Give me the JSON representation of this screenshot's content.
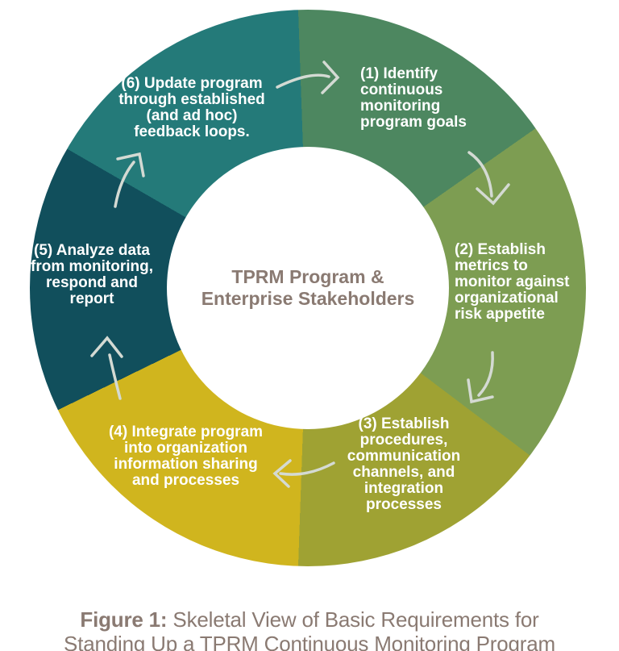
{
  "figure": {
    "rotation_deg": -2,
    "center_title": "TPRM Program &\nEnterprise Stakeholders",
    "segments": [
      {
        "step": "1",
        "label": "(1) Identify\ncontinuous\nmonitoring\nprogram goals",
        "color": "#4d8760",
        "sweep_deg": 57
      },
      {
        "step": "2",
        "label": "(2) Establish\nmetrics to\nmonitor against\norganizational\nrisk appetite",
        "color": "#7d9d52",
        "sweep_deg": 72
      },
      {
        "step": "3",
        "label": "(3) Establish\nprocedures,\ncommunication\nchannels, and\nintegration\nprocesses",
        "color": "#9fa233",
        "sweep_deg": 55
      },
      {
        "step": "4",
        "label": "(4) Integrate program\ninto organization\ninformation sharing\nand processes",
        "color": "#d0b51e",
        "sweep_deg": 62
      },
      {
        "step": "5",
        "label": "(5) Analyze data\nfrom monitoring,\nrespond and\nreport",
        "color": "#114f5c",
        "sweep_deg": 56
      },
      {
        "step": "6",
        "label": "(6) Update program\nthrough established\n(and ad hoc)\nfeedback loops.",
        "color": "#247a79",
        "sweep_deg": 58
      }
    ],
    "colors": {
      "label_text": "#ffffff",
      "center_text": "#8a7a72",
      "arrow": "#d4dad3",
      "background": "#ffffff"
    }
  },
  "caption": {
    "bold": "Figure 1:",
    "rest": " Skeletal View of Basic Requirements for\nStanding Up a TPRM Continuous Monitoring Program",
    "color": "#8a7a72"
  }
}
